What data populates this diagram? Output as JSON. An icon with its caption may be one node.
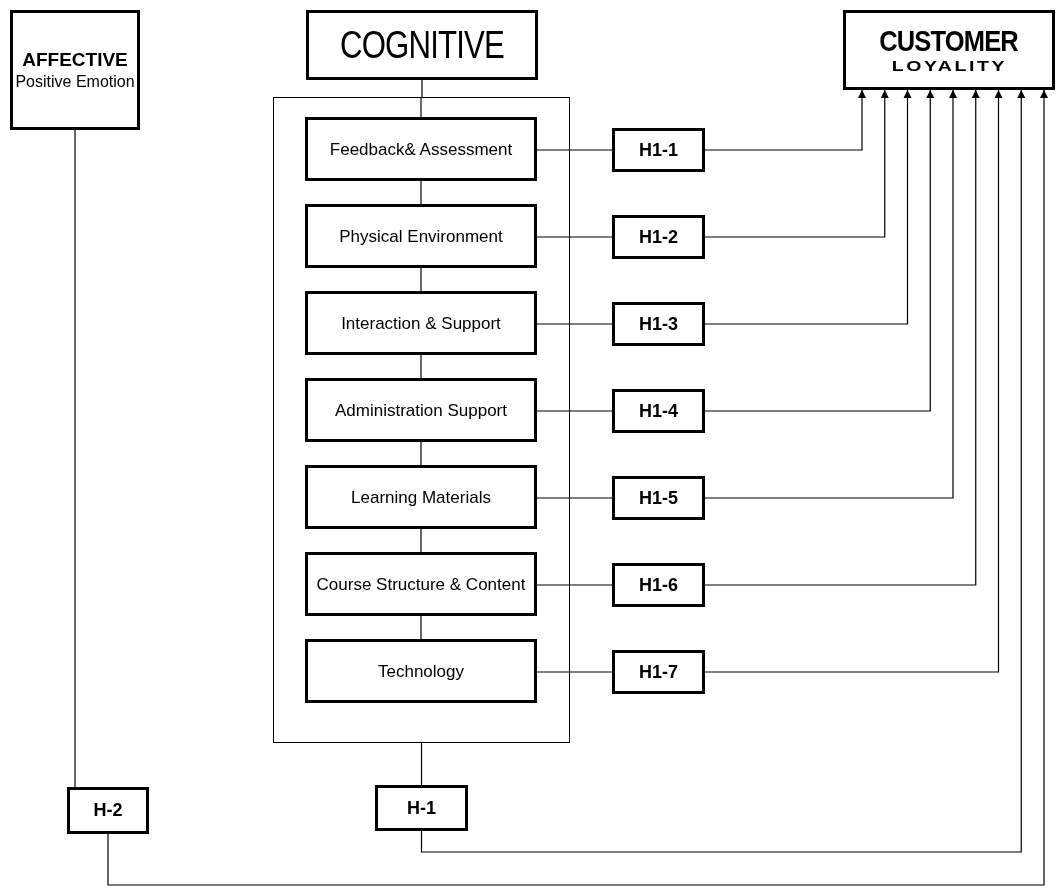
{
  "diagram": {
    "nodes": [
      {
        "text": [
          "AFFECTIVE",
          "Positive Emotion"
        ]
      },
      {
        "text": [
          "COGNITIVE"
        ]
      },
      {
        "text": [
          "CUSTOMER",
          "LOYALITY"
        ]
      },
      {
        "text": [],
        "shape": "box"
      },
      {
        "text": [
          "Feedback& Assessment"
        ],
        "in": 3
      },
      {
        "text": [
          "Physical Environment"
        ],
        "in": 3
      },
      {
        "text": [
          "Interaction & Support"
        ],
        "in": 3
      },
      {
        "text": [
          "Administration Support"
        ],
        "in": 3
      },
      {
        "text": [
          "Learning Materials"
        ],
        "in": 3
      },
      {
        "text": [
          "Course Structure & Content"
        ],
        "in": 3
      },
      {
        "text": [
          "Technology"
        ],
        "in": 3
      },
      {
        "text": [
          "H1-1"
        ]
      },
      {
        "text": [
          "H1-2"
        ]
      },
      {
        "text": [
          "H1-3"
        ]
      },
      {
        "text": [
          "H1-4"
        ]
      },
      {
        "text": [
          "H1-5"
        ]
      },
      {
        "text": [
          "H1-6"
        ]
      },
      {
        "text": [
          "H1-7"
        ]
      },
      {
        "text": [
          "H-2"
        ]
      },
      {
        "text": [
          "H-1"
        ]
      }
    ],
    "edges": [
      {
        "from": 1,
        "to": 3,
        "arrow": "none"
      },
      {
        "from": 3,
        "to": 4,
        "arrow": "none"
      },
      {
        "from": 4,
        "to": 5,
        "arrow": "none"
      },
      {
        "from": 5,
        "to": 6,
        "arrow": "none"
      },
      {
        "from": 6,
        "to": 7,
        "arrow": "none"
      },
      {
        "from": 7,
        "to": 8,
        "arrow": "none"
      },
      {
        "from": 8,
        "to": 9,
        "arrow": "none"
      },
      {
        "from": 9,
        "to": 10,
        "arrow": "none"
      },
      {
        "from": 4,
        "to": 11,
        "arrow": "none"
      },
      {
        "from": 5,
        "to": 12,
        "arrow": "none"
      },
      {
        "from": 6,
        "to": 13,
        "arrow": "none"
      },
      {
        "from": 7,
        "to": 14,
        "arrow": "none"
      },
      {
        "from": 8,
        "to": 15,
        "arrow": "none"
      },
      {
        "from": 9,
        "to": 16,
        "arrow": "none"
      },
      {
        "from": 10,
        "to": 17,
        "arrow": "none"
      },
      {
        "from": 11,
        "to": 2,
        "arrow": "to"
      },
      {
        "from": 12,
        "to": 2,
        "arrow": "to"
      },
      {
        "from": 13,
        "to": 2,
        "arrow": "to"
      },
      {
        "from": 14,
        "to": 2,
        "arrow": "to"
      },
      {
        "from": 15,
        "to": 2,
        "arrow": "to"
      },
      {
        "from": 16,
        "to": 2,
        "arrow": "to"
      },
      {
        "from": 17,
        "to": 2,
        "arrow": "to"
      },
      {
        "from": 3,
        "to": 19,
        "arrow": "none"
      },
      {
        "from": 19,
        "to": 2,
        "arrow": "to"
      },
      {
        "from": 0,
        "to": 18,
        "arrow": "none"
      },
      {
        "from": 18,
        "to": 2,
        "arrow": "to"
      }
    ]
  }
}
